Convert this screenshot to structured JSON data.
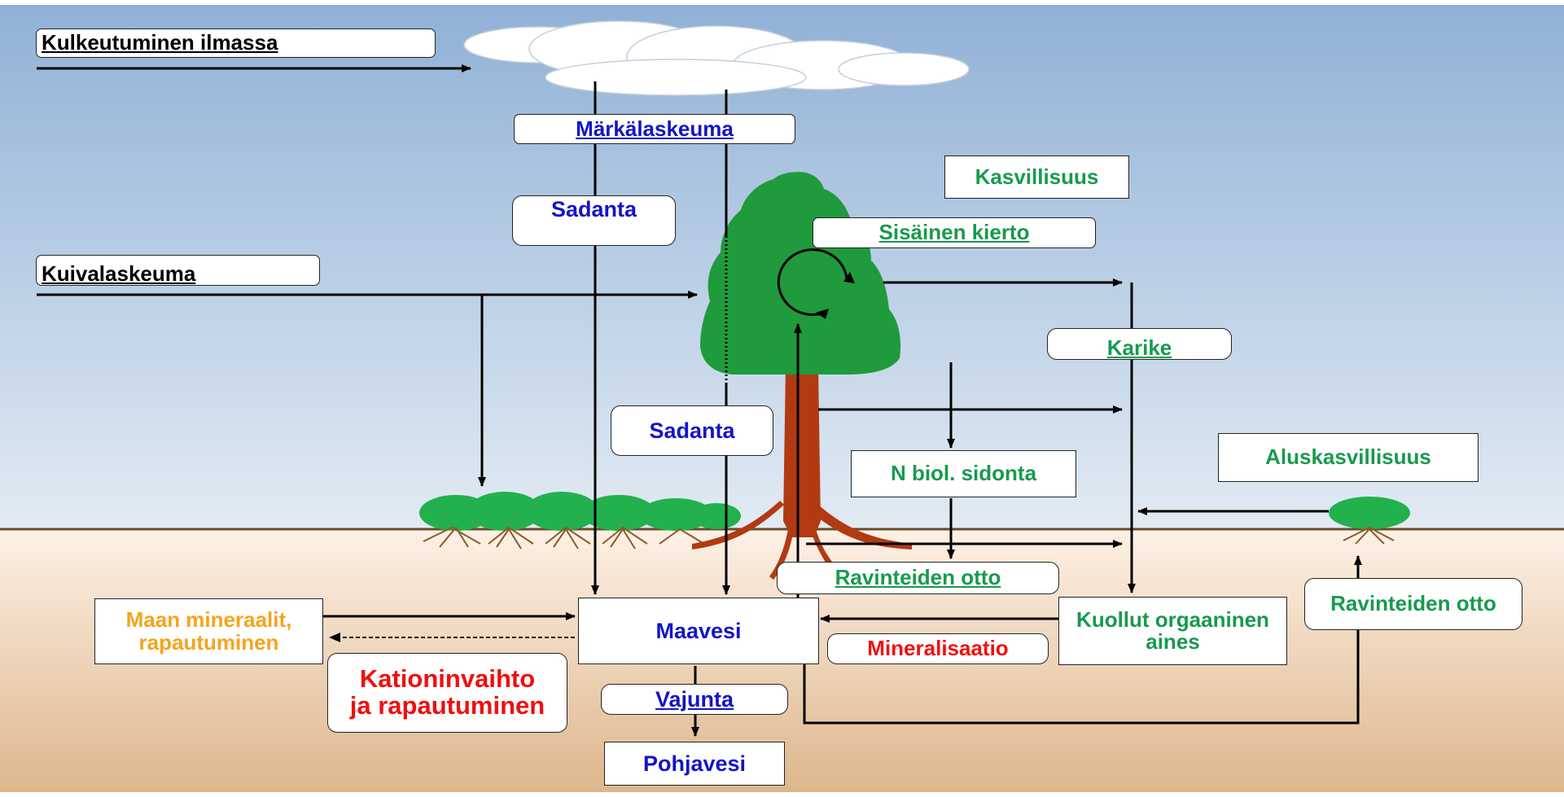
{
  "labels": {
    "kulkeutuminen": "Kulkeutuminen ilmassa",
    "markalaskeuma": "Märkälaskeuma",
    "kasvillisuus": "Kasvillisuus",
    "sadanta_1": "Sadanta",
    "sisainen_kierto": "Sisäinen kierto",
    "kuivalaskeuma": "Kuivalaskeuma",
    "karike": "Karike",
    "sadanta_2": "Sadanta",
    "aluskasvillisuus": "Aluskasvillisuus",
    "n_biol_sidonta": "N biol. sidonta",
    "ravinteiden_otto_1": "Ravinteiden otto",
    "ravinteiden_otto_2": "Ravinteiden otto",
    "maan_mineraalit_1": "Maan mineraalit,",
    "maan_mineraalit_2": "rapautuminen",
    "maavesi": "Maavesi",
    "kuollut_1": "Kuollut orgaaninen",
    "kuollut_2": "aines",
    "mineralisaatio": "Mineralisaatio",
    "kationinvaihto_1": "Kationinvaihto",
    "kationinvaihto_2": "ja rapautuminen",
    "vajunta": "Vajunta",
    "pohjavesi": "Pohjavesi"
  },
  "colors": {
    "sky_top": "#8fb0d6",
    "sky_bottom": "#e2ebf3",
    "soil_top": "#fdf1e6",
    "soil_bottom": "#ddb58a",
    "ground_line": "#6b4a2b",
    "foliage": "#1f9a3c",
    "trunk": "#b23a12",
    "text_blue": "#1414c8",
    "text_green": "#179a4e",
    "text_orange": "#f5a41c",
    "text_red": "#f00f0f"
  }
}
